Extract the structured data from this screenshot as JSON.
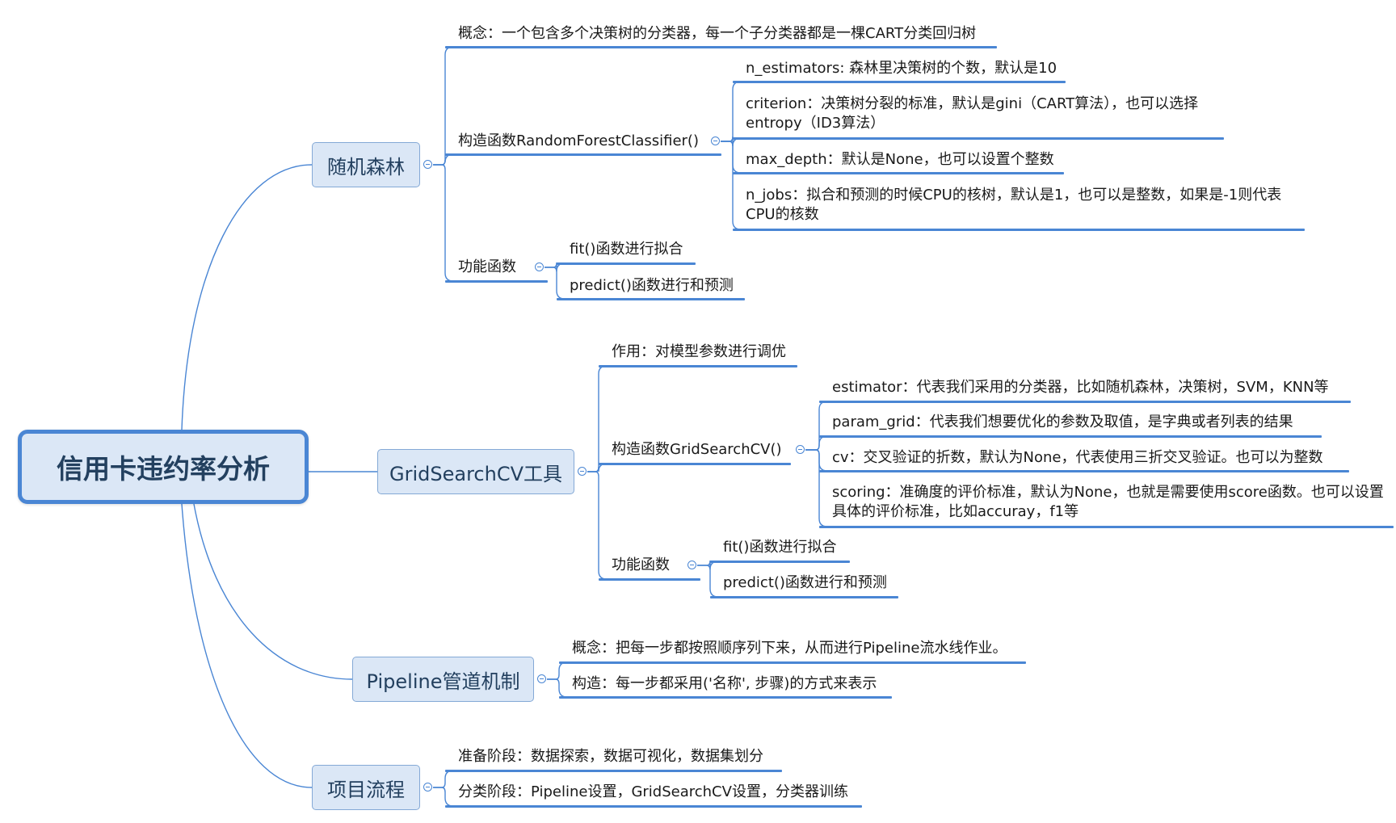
{
  "root": "信用卡违约率分析",
  "colors": {
    "line": "#4a86d4",
    "topic_fill": "#dbe7f6",
    "topic_border": "#84a9d6"
  },
  "branches": {
    "rf": {
      "title": "随机森林",
      "concept": "概念：一个包含多个决策树的分类器，每一个子分类器都是一棵CART分类回归树",
      "ctor": "构造函数RandomForestClassifier()",
      "params": {
        "n_estimators": "n_estimators: 森林里决策树的个数，默认是10",
        "criterion": "criterion：决策树分裂的标准，默认是gini（CART算法），也可以选择entropy（ID3算法）",
        "max_depth": "max_depth：默认是None，也可以设置个整数",
        "n_jobs": "n_jobs：拟合和预测的时候CPU的核树，默认是1，也可以是整数，如果是-1则代表CPU的核数"
      },
      "func": "功能函数",
      "fit": "fit()函数进行拟合",
      "predict": "predict()函数进行和预测"
    },
    "gs": {
      "title": "GridSearchCV工具",
      "purpose": "作用：对模型参数进行调优",
      "ctor": "构造函数GridSearchCV()",
      "params": {
        "estimator": "estimator：代表我们采用的分类器，比如随机森林，决策树，SVM，KNN等",
        "param_grid": "param_grid：代表我们想要优化的参数及取值，是字典或者列表的结果",
        "cv": "cv：交叉验证的折数，默认为None，代表使用三折交叉验证。也可以为整数",
        "scoring": "scoring：准确度的评价标准，默认为None，也就是需要使用score函数。也可以设置具体的评价标准，比如accuray，f1等"
      },
      "func": "功能函数",
      "fit": "fit()函数进行拟合",
      "predict": "predict()函数进行和预测"
    },
    "pl": {
      "title": "Pipeline管道机制",
      "concept": "概念：把每一步都按照顺序列下来，从而进行Pipeline流水线作业。",
      "construct": "构造：每一步都采用('名称', 步骤)的方式来表示"
    },
    "pf": {
      "title": "项目流程",
      "prep": "准备阶段：数据探索，数据可视化，数据集划分",
      "classify": "分类阶段：Pipeline设置，GridSearchCV设置，分类器训练"
    }
  }
}
